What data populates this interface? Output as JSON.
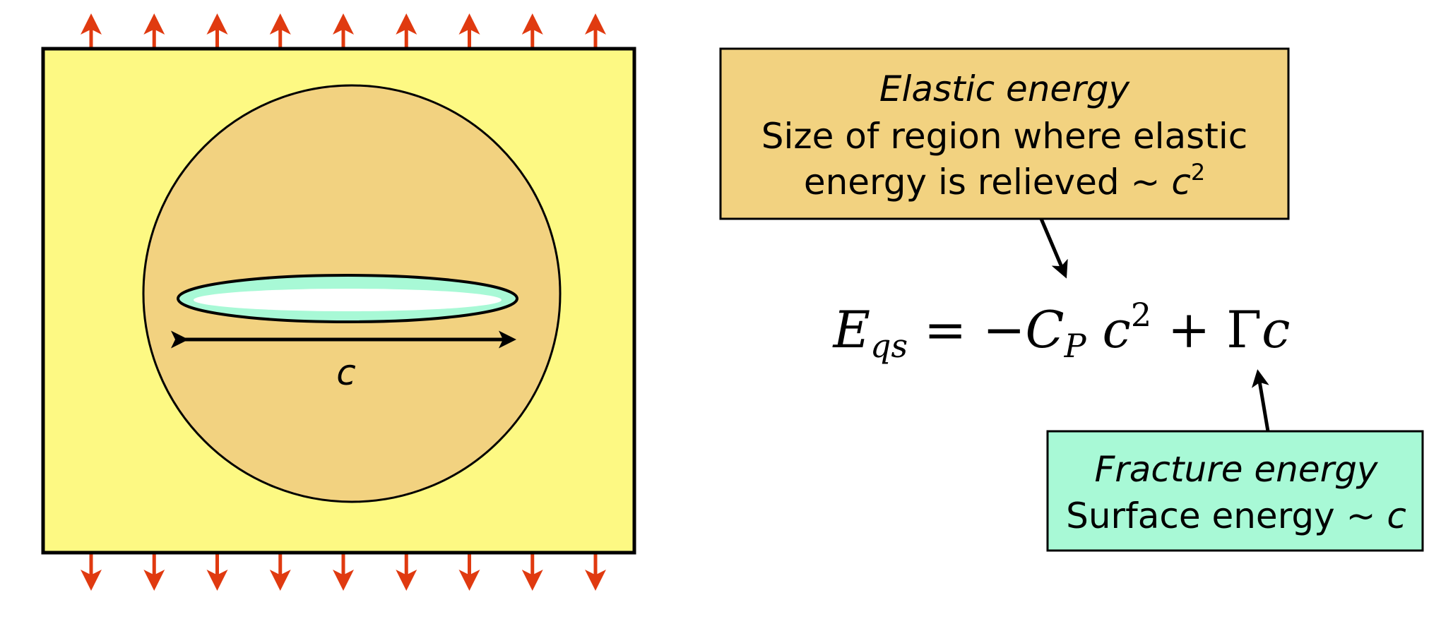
{
  "colors": {
    "plate": "#fdf983",
    "region": "#f2d280",
    "crack": "#a8f9d6",
    "fracture_box": "#a8f9d6",
    "elastic_box": "#f2d280",
    "arrows": "#e03a10"
  },
  "diagram": {
    "crack_length_label": "c",
    "arrow_count_per_side": 9
  },
  "elastic_box": {
    "title": "Elastic energy",
    "line1": "Size of region where elastic",
    "line2": "energy is relieved ~ ",
    "line2_var": "c",
    "line2_exp": "2"
  },
  "equation": {
    "lhs": "E",
    "lhs_sub": "qs",
    "eq": " = −",
    "term1": "C",
    "term1_sub": "P",
    "term1_var": " c",
    "term1_exp": "2",
    "plus": " + ",
    "term2": "Γ",
    "term2_var": "c"
  },
  "fracture_box": {
    "title": "Fracture energy",
    "line1": "Surface energy ~ ",
    "line1_var": "c"
  }
}
